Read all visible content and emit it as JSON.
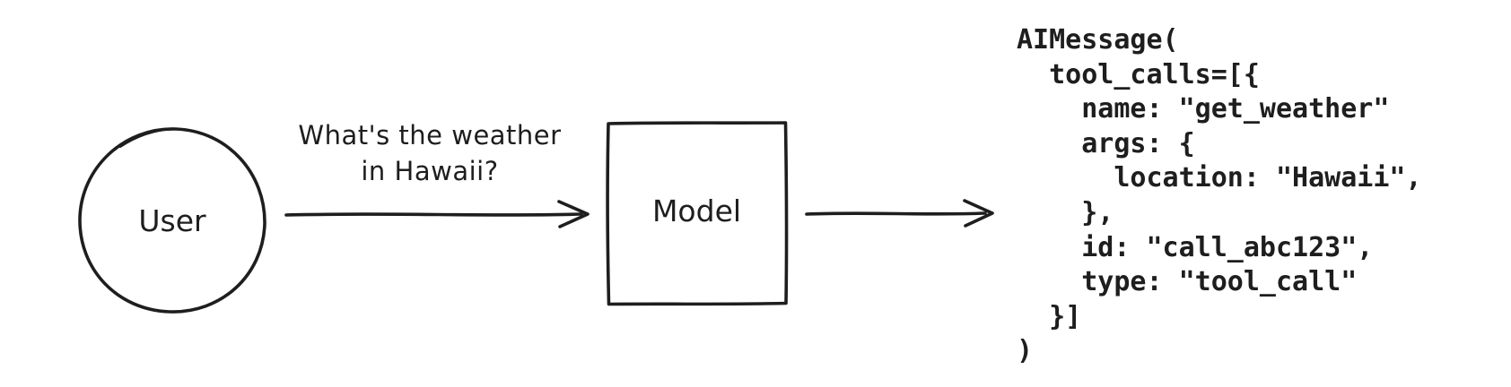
{
  "diagram": {
    "user": {
      "label": "User"
    },
    "message": {
      "line1": "What's the weather",
      "line2": "in Hawaii?"
    },
    "model": {
      "label": "Model"
    },
    "output": {
      "code": "AIMessage(\n  tool_calls=[{\n    name: \"get_weather\"\n    args: {\n      location: \"Hawaii\",\n    },\n    id: \"call_abc123\",\n    type: \"tool_call\"\n  }]\n)"
    }
  },
  "colors": {
    "stroke": "#1e1e1e",
    "text": "#1e1e1e",
    "code_text": "#1e1e1e",
    "background": "#ffffff"
  }
}
